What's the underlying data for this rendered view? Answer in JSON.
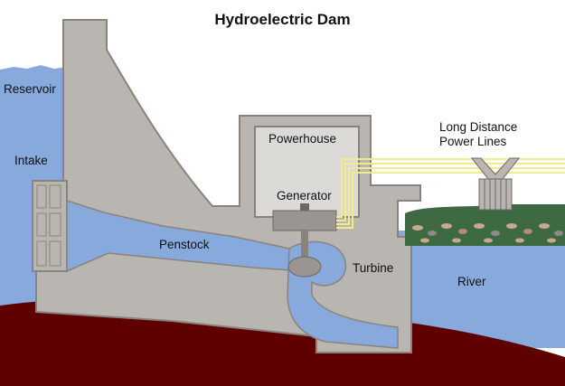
{
  "title": "Hydroelectric Dam",
  "labels": {
    "reservoir": "Reservoir",
    "intake": "Intake",
    "penstock": "Penstock",
    "powerhouse": "Powerhouse",
    "generator": "Generator",
    "turbine": "Turbine",
    "power_lines_line1": "Long Distance",
    "power_lines_line2": "Power Lines",
    "river": "River"
  },
  "colors": {
    "water": "#87a9db",
    "concrete": "#b9b5b0",
    "outline": "#8a837d",
    "earth": "#5e0000",
    "grass": "#3e6a43",
    "power_line": "#f3ea8c",
    "generator": "#9a9590"
  }
}
